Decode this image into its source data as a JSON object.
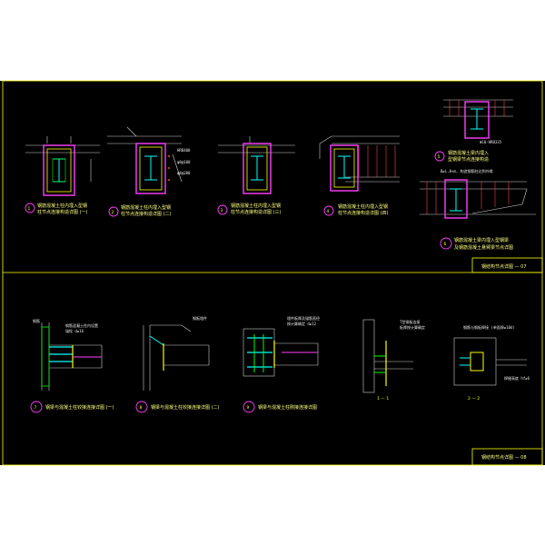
{
  "titles": {
    "upper": "钢结构节点详图 — 07",
    "lower": "钢结构节点详图 — 08"
  },
  "details": [
    {
      "num": "1",
      "line1": "钢筋混凝土柱内埋入型钢",
      "line2": "柱节点连接构造详图 (一)"
    },
    {
      "num": "2",
      "line1": "钢筋混凝土柱内埋入型钢",
      "line2": "柱节点连接构造详图 (二)"
    },
    {
      "num": "3",
      "line1": "钢筋混凝土柱内埋入型钢",
      "line2": "柱节点连接构造详图 (三)"
    },
    {
      "num": "4",
      "line1": "钢筋混凝土柱内埋入型钢",
      "line2": "柱节点连接构造详图 (四)"
    },
    {
      "num": "5",
      "line1": "钢筋混凝土梁内埋入",
      "line2": "型钢梁节点连接构造"
    },
    {
      "num": "6",
      "line1": "钢筋混凝土梁内埋入型钢梁",
      "line2": "及钢筋混凝土悬臂梁节点详图"
    },
    {
      "num": "7",
      "line1": "钢梁与混凝土柱铰接连接详图 (一)"
    },
    {
      "num": "8",
      "line1": "钢梁与混凝土柱铰接连接详图 (二)"
    },
    {
      "num": "9",
      "line1": "钢梁与混凝土柱刚接连接详图"
    }
  ],
  "sections": [
    "1 — 1",
    "2 — 2"
  ],
  "colors": {
    "background": "#000000",
    "frame": "#ffff00",
    "column_outline": "#ff40ff",
    "steel_section": "#00ffff",
    "rebar": "#ff4040",
    "text": "#ffff80"
  }
}
